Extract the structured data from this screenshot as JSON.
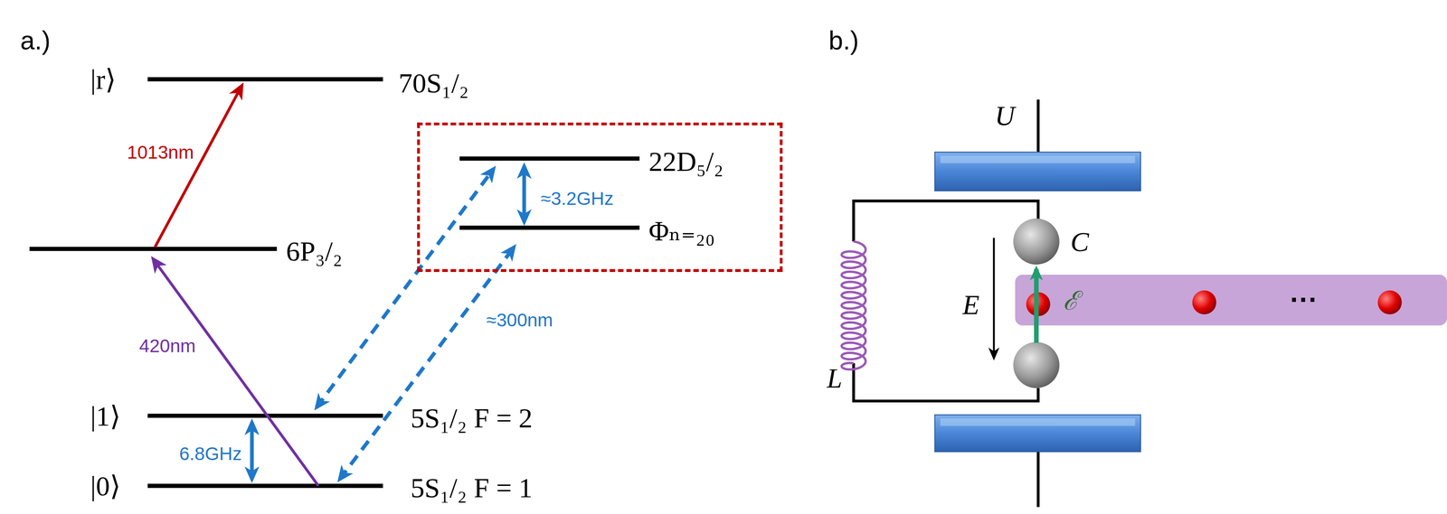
{
  "diagram": {
    "nodes": [
      {
        "text": [
          "22D₅/₂",
          "Φₙ₌₂₀",
          "≈3.2GHz"
        ]
      },
      {
        "text": [
          "ℰ",
          "···"
        ]
      }
    ],
    "labels": [
      "a.)",
      "b.)",
      "|r⟩",
      "70S₁/₂",
      "1013nm",
      "6P₃/₂",
      "420nm",
      "≈300nm",
      "|1⟩",
      "5S₁/₂ F = 2",
      "6.8GHz",
      "|0⟩",
      "5S₁/₂ F = 1",
      "U",
      "C",
      "E",
      "L"
    ]
  }
}
